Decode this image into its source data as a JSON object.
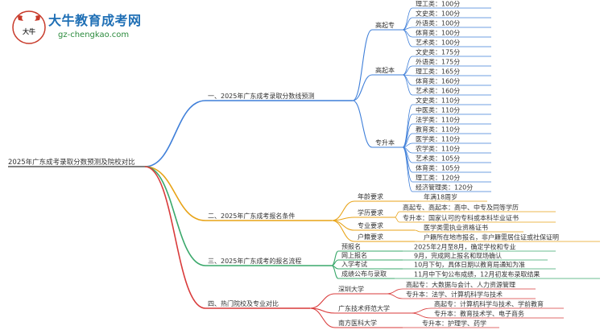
{
  "brand": {
    "name": "大牛教育成考网",
    "url": "gz-chengkao.com",
    "logo_text": "大牛",
    "accent_color": "#1f6fb5",
    "url_color": "#2a8a3c"
  },
  "mindmap": {
    "root": "2025年广东成考录取分数预测及院校对比",
    "branches": [
      {
        "label": "一、2025年广东成考录取分数线预测",
        "color": "#3f7fd9",
        "groups": [
          {
            "label": "高起专",
            "leaves": [
              "理工类：100分",
              "文史类：100分",
              "外语类：100分",
              "体育类：100分",
              "艺术类：100分"
            ]
          },
          {
            "label": "高起本",
            "leaves": [
              "文史类：175分",
              "外语类：175分",
              "理工类：165分",
              "体育类：160分",
              "艺术类：160分"
            ]
          },
          {
            "label": "专升本",
            "leaves": [
              "文史类：110分",
              "中医类：110分",
              "法学类：110分",
              "教育类：110分",
              "医学类：110分",
              "农学类：110分",
              "艺术类：105分",
              "体育类：105分",
              "理工类：120分",
              "经济管理类：120分"
            ]
          }
        ]
      },
      {
        "label": "二、2025年广东成考报名条件",
        "color": "#e8a317",
        "groups": [
          {
            "label": "年龄要求",
            "leaves": [
              "年满18周岁"
            ]
          },
          {
            "label": "学历要求",
            "leaves": [
              "高起专、高起本：高中、中专及同等学历",
              "专升本：国家认可的专科或本科毕业证书"
            ]
          },
          {
            "label": "专业要求",
            "leaves": [
              "医学类需执业资格证书"
            ]
          },
          {
            "label": "户籍要求",
            "leaves": [
              "户籍所在地市报名，非户籍需居住证或社保证明"
            ]
          }
        ]
      },
      {
        "label": "三、2025年广东成考的报名流程",
        "color": "#3aa86b",
        "groups": [
          {
            "label": "预报名",
            "leaves": [
              "2025年2月至8月，确定学校和专业"
            ]
          },
          {
            "label": "网上报名",
            "leaves": [
              "9月，完成网上报名和现场确认"
            ]
          },
          {
            "label": "入学考试",
            "leaves": [
              "10月下旬，具体日期以教育局通知为准"
            ]
          },
          {
            "label": "成绩公布与录取",
            "leaves": [
              "11月中下旬公布成绩，12月初发布录取结果"
            ]
          }
        ]
      },
      {
        "label": "四、热门院校及专业对比",
        "color": "#d93a3a",
        "groups": [
          {
            "label": "深圳大学",
            "leaves": [
              "高起专：大数据与会计、人力资源管理",
              "专升本：法学、计算机科学与技术"
            ]
          },
          {
            "label": "广东技术师范大学",
            "leaves": [
              "高起专：计算机科学与技术、学前教育",
              "专升本：教育技术学、电子商务"
            ]
          },
          {
            "label": "南方医科大学",
            "leaves": [
              "专升本：护理学、药学"
            ]
          }
        ]
      }
    ]
  }
}
